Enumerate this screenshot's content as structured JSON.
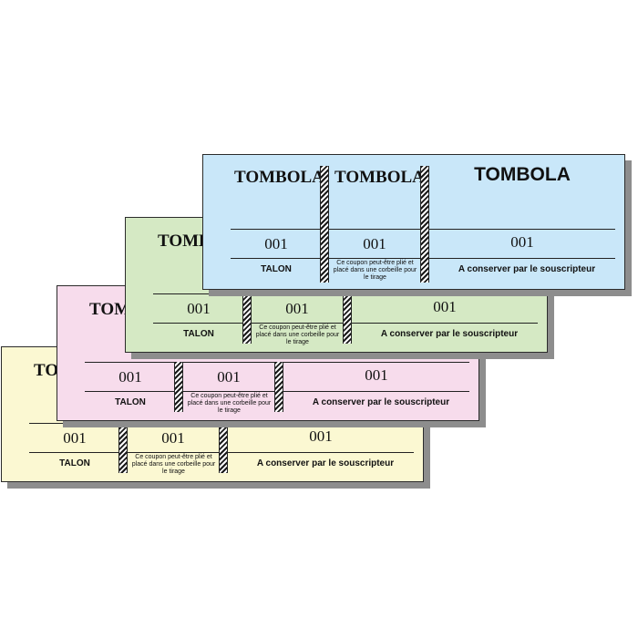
{
  "tickets": [
    {
      "color": "#fbf8d2",
      "title": "TOMBOLA",
      "stub_number": "001",
      "middle_number": "001",
      "main_number": "001",
      "stub_label": "TALON",
      "coupon_note": "Ce coupon peut-être plié et placé dans une corbeille pour le tirage",
      "main_label": "A  conserver par le souscripteur"
    },
    {
      "color": "#f7dcec",
      "title": "TOMBOLA",
      "stub_number": "001",
      "middle_number": "001",
      "main_number": "001",
      "stub_label": "TALON",
      "coupon_note": "Ce coupon peut-être plié et placé dans une corbeille pour le tirage",
      "main_label": "A  conserver par le souscripteur"
    },
    {
      "color": "#d5e9c4",
      "title": "TOMBOLA",
      "stub_number": "001",
      "middle_number": "001",
      "main_number": "001",
      "stub_label": "TALON",
      "coupon_note": "Ce coupon peut-être plié et placé dans une corbeille pour le tirage",
      "main_label": "A  conserver par le souscripteur"
    },
    {
      "color": "#c9e7f9",
      "title": "TOMBOLA",
      "middle_title": "TOMBOLA",
      "main_title": "TOMBOLA",
      "stub_number": "001",
      "middle_number": "001",
      "main_number": "001",
      "stub_label": "TALON",
      "coupon_note": "Ce coupon peut-être plié et placé dans une corbeille pour le tirage",
      "main_label": "A  conserver par le souscripteur"
    }
  ]
}
